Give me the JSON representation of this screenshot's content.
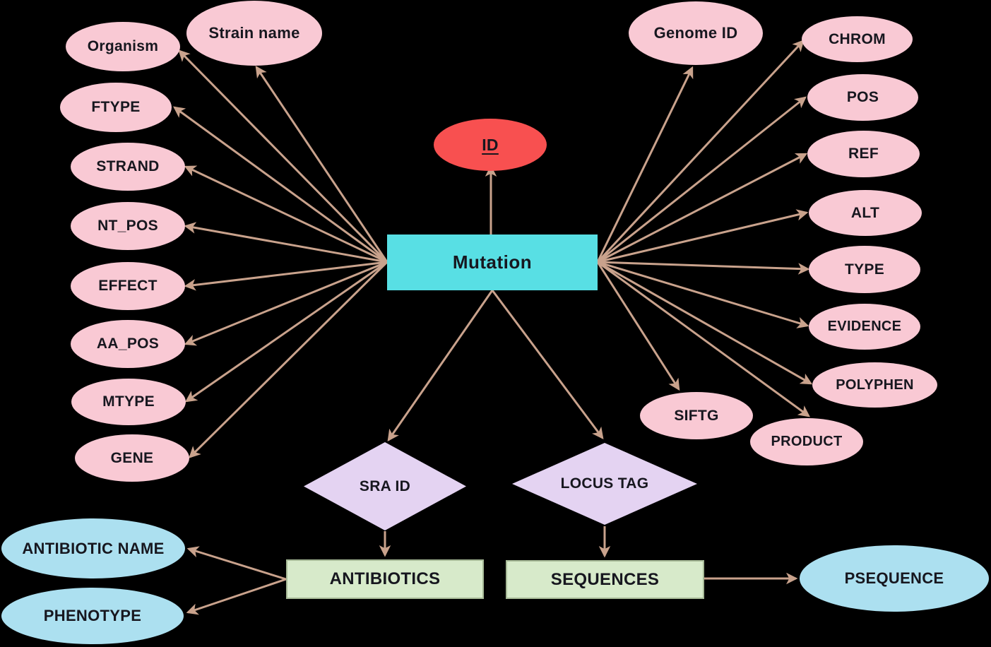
{
  "diagram": {
    "type": "entity-relationship",
    "colors": {
      "background": "#000000",
      "attribute_pink": "#F9C9D4",
      "attribute_blue": "#ACE0F0",
      "key_red": "#F85050",
      "entity_cyan": "#58DFE4",
      "entity_green": "#D7EACA",
      "relationship_lavender": "#E4D3F2",
      "connector_tan": "#C9A28C",
      "text": "#17171F"
    },
    "nodes": {
      "mutation": {
        "label": "Mutation",
        "shape": "rectangle",
        "role": "entity"
      },
      "id_key": {
        "label": "ID",
        "shape": "ellipse",
        "role": "primary-key-attribute"
      },
      "organism": {
        "label": "Organism",
        "shape": "ellipse",
        "role": "attribute"
      },
      "strain_name": {
        "label": "Strain name",
        "shape": "ellipse",
        "role": "attribute"
      },
      "ftype": {
        "label": "FTYPE",
        "shape": "ellipse",
        "role": "attribute"
      },
      "strand": {
        "label": "STRAND",
        "shape": "ellipse",
        "role": "attribute"
      },
      "nt_pos": {
        "label": "NT_POS",
        "shape": "ellipse",
        "role": "attribute"
      },
      "effect": {
        "label": "EFFECT",
        "shape": "ellipse",
        "role": "attribute"
      },
      "aa_pos": {
        "label": "AA_POS",
        "shape": "ellipse",
        "role": "attribute"
      },
      "mtype": {
        "label": "MTYPE",
        "shape": "ellipse",
        "role": "attribute"
      },
      "gene": {
        "label": "GENE",
        "shape": "ellipse",
        "role": "attribute"
      },
      "genome_id": {
        "label": "Genome ID",
        "shape": "ellipse",
        "role": "attribute"
      },
      "chrom": {
        "label": "CHROM",
        "shape": "ellipse",
        "role": "attribute"
      },
      "pos": {
        "label": "POS",
        "shape": "ellipse",
        "role": "attribute"
      },
      "ref": {
        "label": "REF",
        "shape": "ellipse",
        "role": "attribute"
      },
      "alt": {
        "label": "ALT",
        "shape": "ellipse",
        "role": "attribute"
      },
      "type": {
        "label": "TYPE",
        "shape": "ellipse",
        "role": "attribute"
      },
      "evidence": {
        "label": "EVIDENCE",
        "shape": "ellipse",
        "role": "attribute"
      },
      "polyphen": {
        "label": "POLYPHEN",
        "shape": "ellipse",
        "role": "attribute"
      },
      "product": {
        "label": "PRODUCT",
        "shape": "ellipse",
        "role": "attribute"
      },
      "siftg": {
        "label": "SIFTG",
        "shape": "ellipse",
        "role": "attribute"
      },
      "sra_id": {
        "label": "SRA ID",
        "shape": "diamond",
        "role": "relationship"
      },
      "locus_tag": {
        "label": "LOCUS TAG",
        "shape": "diamond",
        "role": "relationship"
      },
      "antibiotics": {
        "label": "ANTIBIOTICS",
        "shape": "rectangle",
        "role": "entity"
      },
      "sequences": {
        "label": "SEQUENCES",
        "shape": "rectangle",
        "role": "entity"
      },
      "antibiotic_name": {
        "label": "ANTIBIOTIC NAME",
        "shape": "ellipse",
        "role": "attribute"
      },
      "phenotype": {
        "label": "PHENOTYPE",
        "shape": "ellipse",
        "role": "attribute"
      },
      "psequence": {
        "label": "PSEQUENCE",
        "shape": "ellipse",
        "role": "attribute"
      }
    },
    "edges": [
      {
        "from": "mutation",
        "to": "organism"
      },
      {
        "from": "mutation",
        "to": "strain_name"
      },
      {
        "from": "mutation",
        "to": "ftype"
      },
      {
        "from": "mutation",
        "to": "strand"
      },
      {
        "from": "mutation",
        "to": "nt_pos"
      },
      {
        "from": "mutation",
        "to": "effect"
      },
      {
        "from": "mutation",
        "to": "aa_pos"
      },
      {
        "from": "mutation",
        "to": "mtype"
      },
      {
        "from": "mutation",
        "to": "gene"
      },
      {
        "from": "mutation",
        "to": "genome_id"
      },
      {
        "from": "mutation",
        "to": "chrom"
      },
      {
        "from": "mutation",
        "to": "pos"
      },
      {
        "from": "mutation",
        "to": "ref"
      },
      {
        "from": "mutation",
        "to": "alt"
      },
      {
        "from": "mutation",
        "to": "type"
      },
      {
        "from": "mutation",
        "to": "evidence"
      },
      {
        "from": "mutation",
        "to": "polyphen"
      },
      {
        "from": "mutation",
        "to": "product"
      },
      {
        "from": "mutation",
        "to": "siftg"
      },
      {
        "from": "mutation",
        "to": "id_key"
      },
      {
        "from": "mutation",
        "to": "sra_id"
      },
      {
        "from": "mutation",
        "to": "locus_tag"
      },
      {
        "from": "sra_id",
        "to": "antibiotics"
      },
      {
        "from": "locus_tag",
        "to": "sequences"
      },
      {
        "from": "antibiotics",
        "to": "antibiotic_name"
      },
      {
        "from": "antibiotics",
        "to": "phenotype"
      },
      {
        "from": "sequences",
        "to": "psequence"
      }
    ]
  }
}
